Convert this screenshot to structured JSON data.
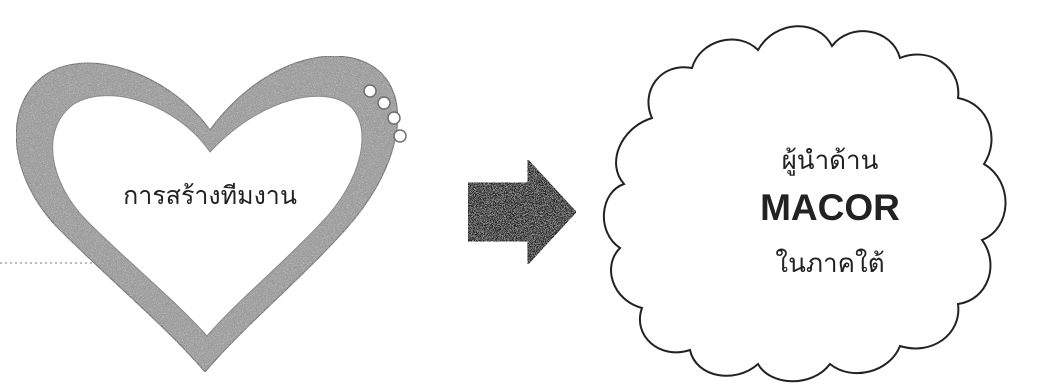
{
  "heart": {
    "label": "การสร้างทีมงาน"
  },
  "cloud": {
    "line1": "ผู้นำด้าน",
    "line2": "MACOR",
    "line3": "ในภาคใต้"
  },
  "colors": {
    "heart_fill": "#9b9b9b",
    "heart_inner": "#ffffff",
    "arrow_fill": "#2a2a2a",
    "cloud_stroke": "#222222"
  },
  "icons": {
    "heart": "heart-shape",
    "arrow": "right-arrow-icon",
    "cloud": "cloud-shape"
  }
}
